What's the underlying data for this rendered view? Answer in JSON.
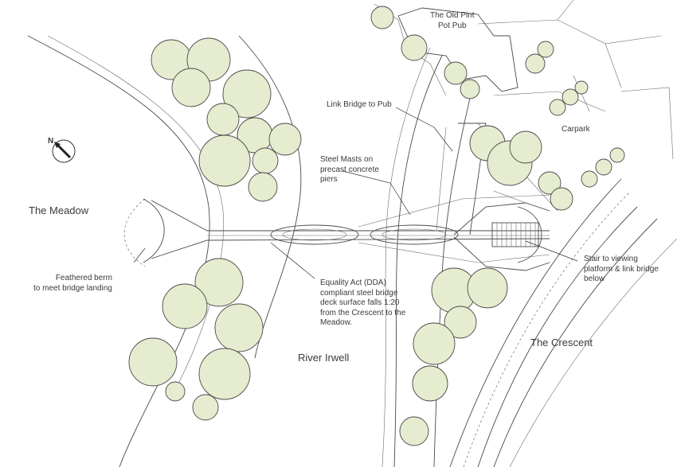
{
  "map": {
    "labels": {
      "pub": "The Old Pint\nPot Pub",
      "carpark": "Carpark",
      "link_bridge": "Link Bridge to Pub",
      "steel_masts": "Steel Masts on\nprecast concrete\npiers",
      "meadow": "The Meadow",
      "feathered_berm": "Feathered berm\nto meet bridge landing",
      "equality_act": "Equality Act (DDA)\ncompliant steel bridge\ndeck surface falls 1:20\nfrom the Crescent to the\nMeadow.",
      "stair": "Stair to viewing\nplatform & link bridge\nbelow",
      "river": "River Irwell",
      "crescent": "The Crescent",
      "north": "N"
    },
    "colors": {
      "tree_fill": "#e5eccf",
      "line": "#4a4a4a",
      "text": "#3a3a3a"
    },
    "icons": [
      "north-arrow-icon"
    ]
  }
}
